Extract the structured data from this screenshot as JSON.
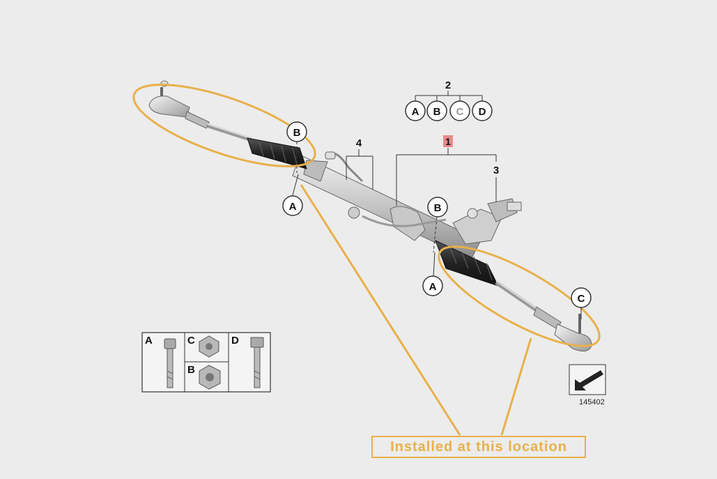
{
  "colors": {
    "background": "#ececec",
    "highlight": "#e8b04a",
    "part_number_badge": "#e98a8a"
  },
  "assembly_labels": {
    "group_number": "2",
    "variants": [
      "A",
      "B",
      "C",
      "D"
    ],
    "part_1": "1",
    "part_3": "3",
    "part_4": "4"
  },
  "position_markers": {
    "left_b": "B",
    "left_a": "A",
    "right_b": "B",
    "right_a": "A",
    "right_c": "C"
  },
  "fastener_legend": {
    "a": "A",
    "c": "C",
    "b": "B",
    "d": "D"
  },
  "reference_number": "145402",
  "callout_text": "Installed at this location"
}
